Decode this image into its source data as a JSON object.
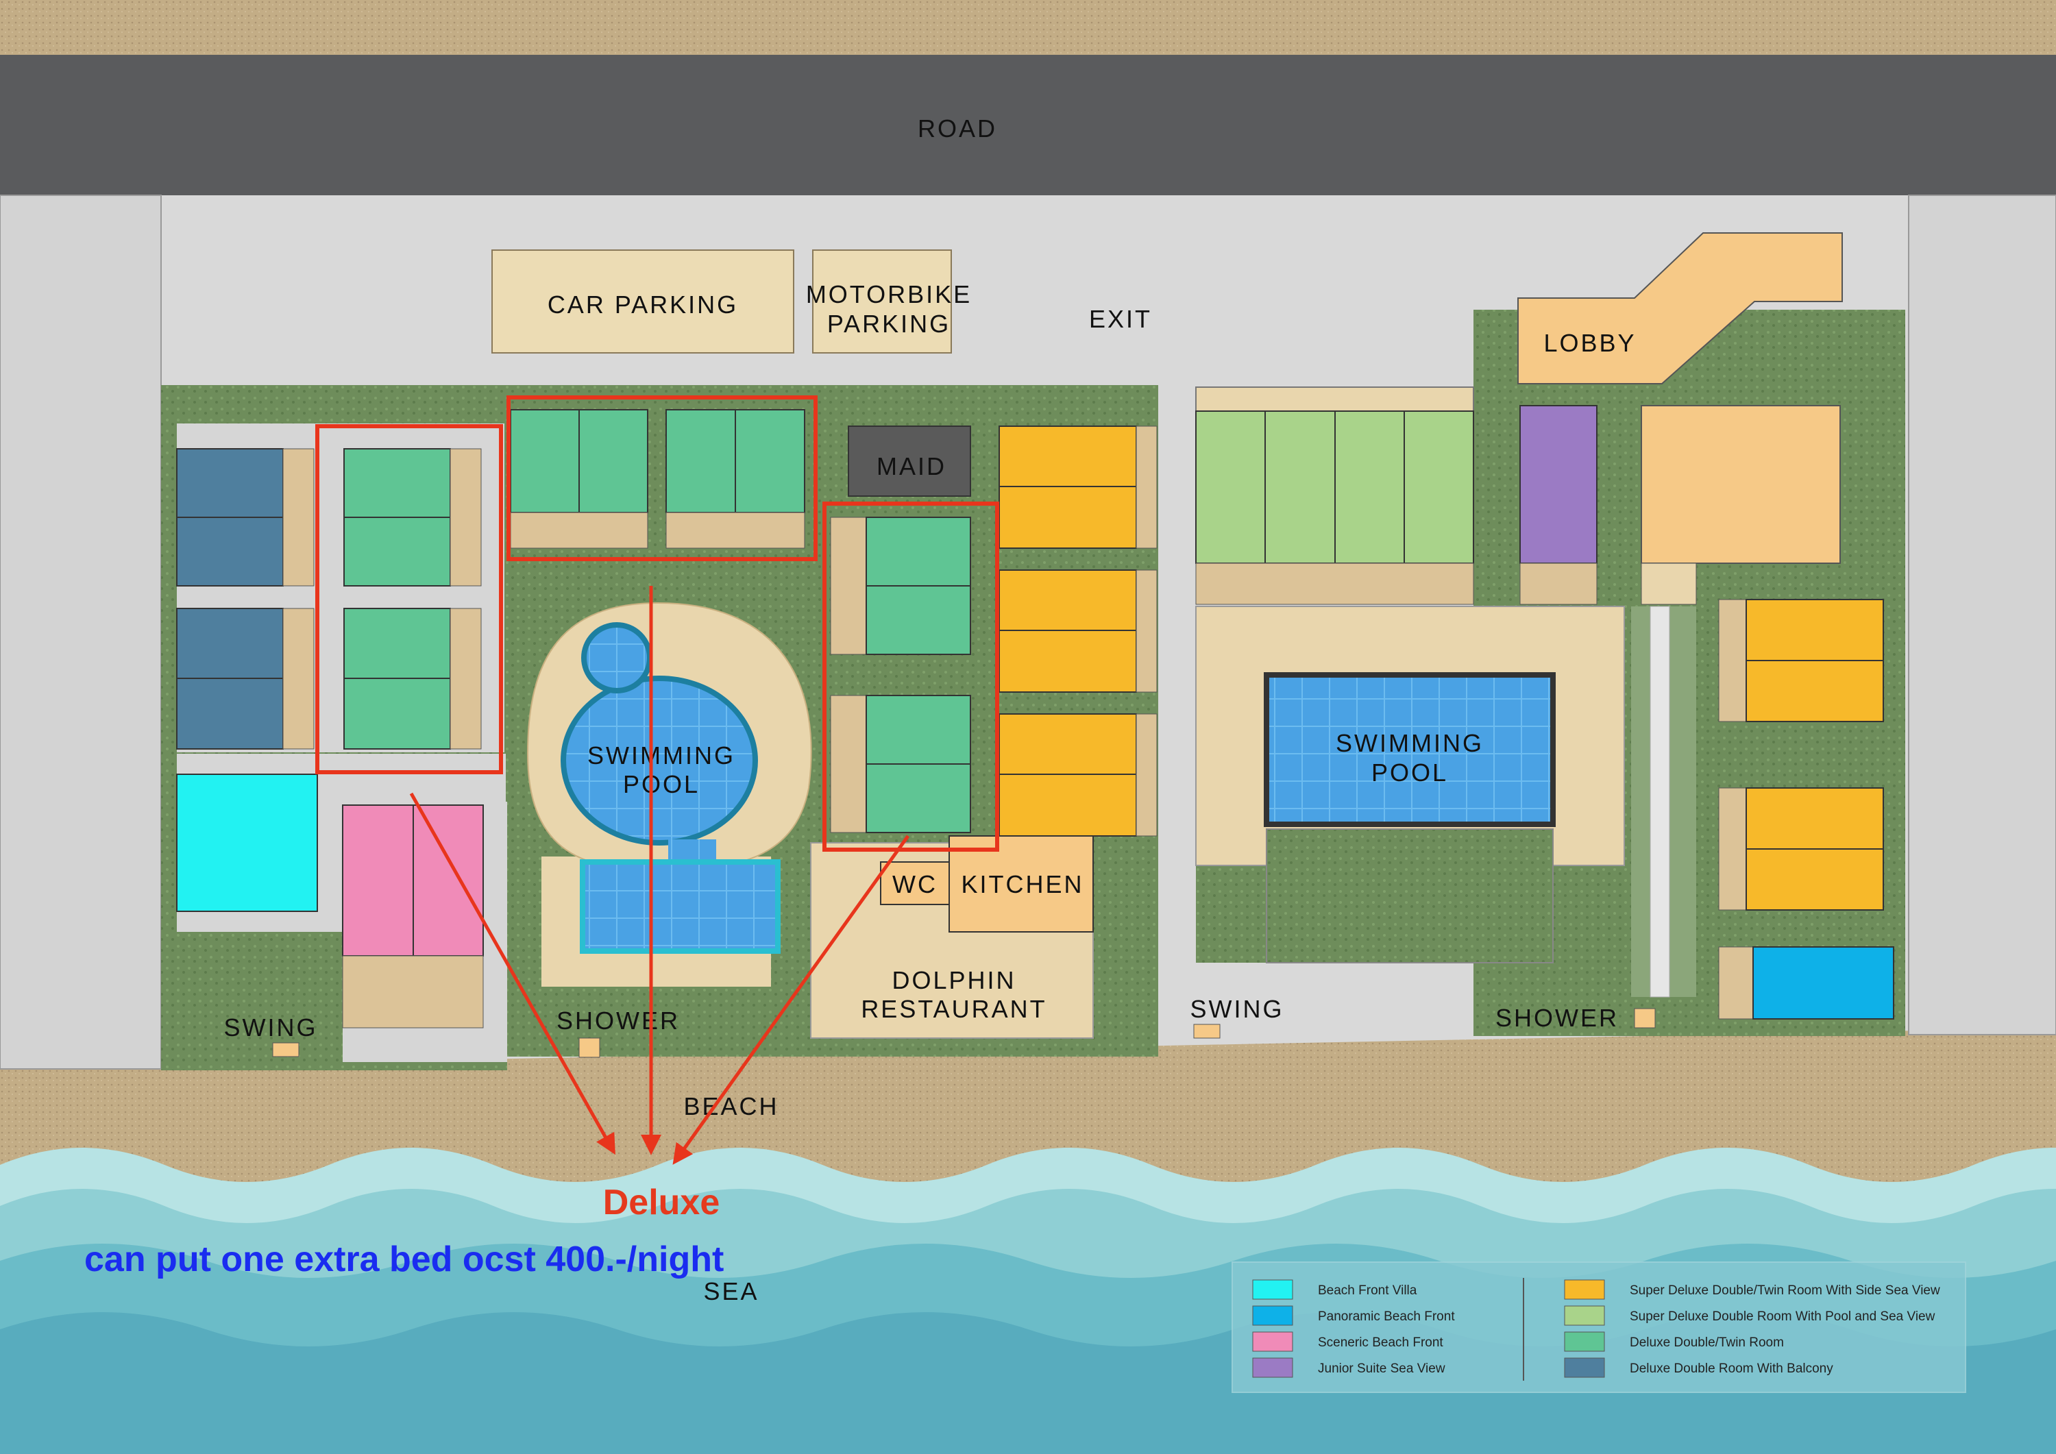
{
  "labels": {
    "road": "ROAD",
    "car_parking": "CAR PARKING",
    "motorbike_parking_1": "MOTORBIKE",
    "motorbike_parking_2": "PARKING",
    "exit": "EXIT",
    "lobby": "LOBBY",
    "maid": "MAID",
    "pool_left_1": "SWIMMING",
    "pool_left_2": "POOL",
    "pool_right_1": "SWIMMING",
    "pool_right_2": "POOL",
    "wc": "WC",
    "kitchen": "KITCHEN",
    "restaurant_1": "DOLPHIN",
    "restaurant_2": "RESTAURANT",
    "swing_left": "SWING",
    "swing_right": "SWING",
    "shower_left": "SHOWER",
    "shower_right": "SHOWER",
    "beach": "BEACH",
    "sea": "SEA"
  },
  "annotation": {
    "title": "Deluxe",
    "note": "can put one extra bed ocst 400.-/night",
    "color_title": "#e53a1e",
    "color_note": "#1a2cf0"
  },
  "legend": [
    {
      "label": "Beach Front Villa",
      "color": "#22f2f2"
    },
    {
      "label": "Panoramic Beach Front",
      "color": "#0eb1e8"
    },
    {
      "label": "Sceneric Beach Front",
      "color": "#f08bb8"
    },
    {
      "label": "Junior Suite Sea View",
      "color": "#9b7bc4"
    },
    {
      "label": "Super Deluxe Double/Twin Room With Side Sea View",
      "color": "#f7b92a"
    },
    {
      "label": "Super Deluxe Double Room With Pool and Sea View",
      "color": "#a9d38a"
    },
    {
      "label": "Deluxe Double/Twin Room",
      "color": "#5fc594"
    },
    {
      "label": "Deluxe Double Room With Balcony",
      "color": "#4f7f9e"
    }
  ],
  "colors": {
    "road": "#5a5b5d",
    "ground": "#dcdcdc",
    "grass": "#6f8f5c",
    "sand": "#c2ab83",
    "sea": "#5bb5c4",
    "highlight": "#e8351c"
  }
}
